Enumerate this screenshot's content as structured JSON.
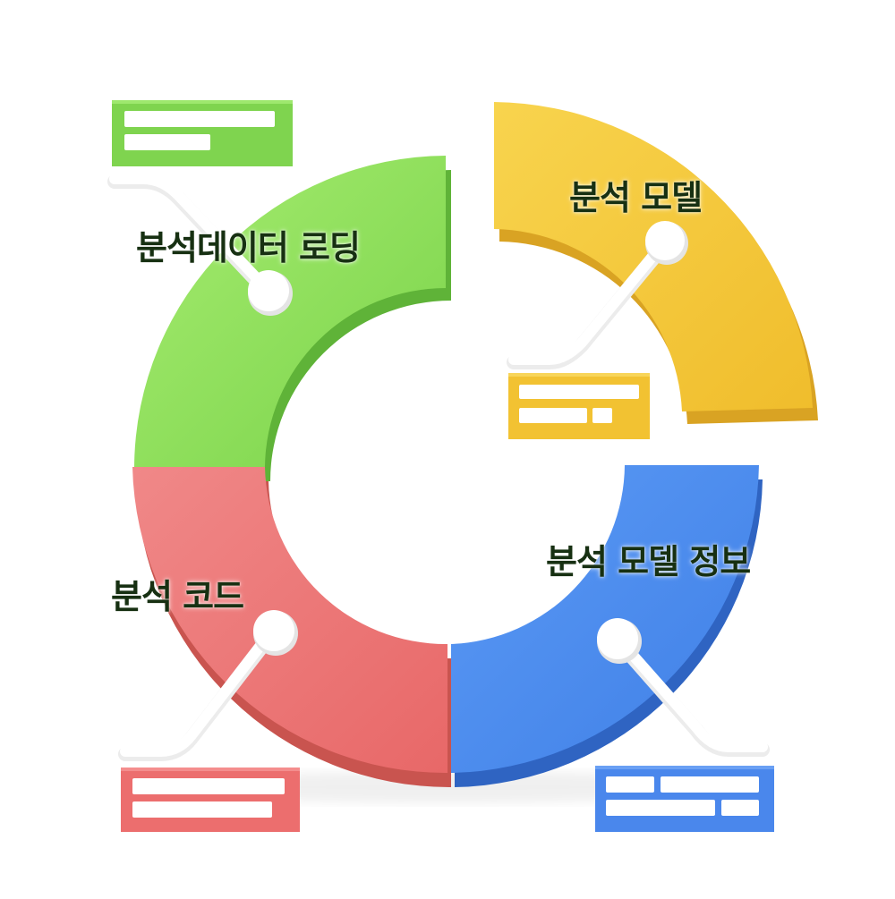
{
  "segments": [
    {
      "id": "green",
      "label": "분석데이터 로딩",
      "color": "#8ee05a"
    },
    {
      "id": "yellow",
      "label": "분석 모델",
      "color": "#f5c93a"
    },
    {
      "id": "red",
      "label": "분석 코드",
      "color": "#ee7676"
    },
    {
      "id": "blue",
      "label": "분석 모델 정보",
      "color": "#4f8ff0"
    }
  ]
}
